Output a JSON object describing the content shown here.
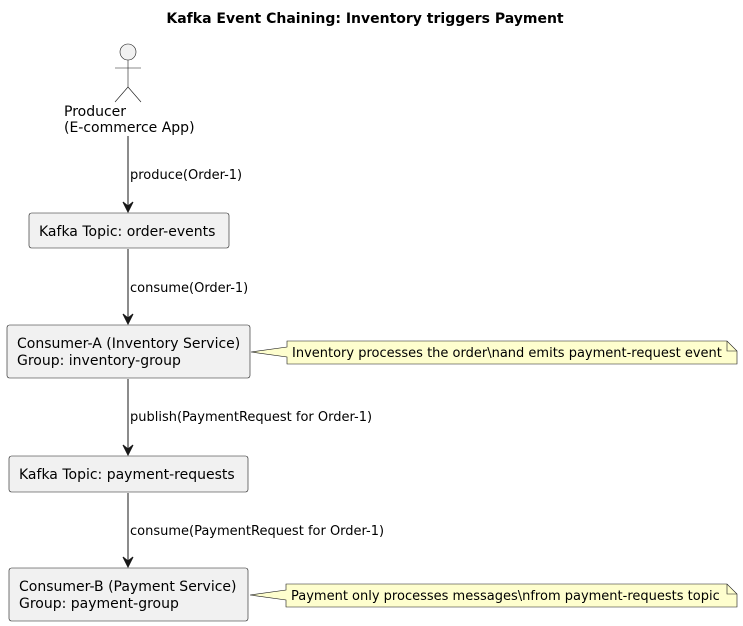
{
  "title": "Kafka Event Chaining: Inventory triggers Payment",
  "actor": {
    "label_line1": "Producer",
    "label_line2": "(E-commerce App)"
  },
  "nodes": {
    "order_events": {
      "line1": "Kafka Topic: order-events"
    },
    "consumer_a": {
      "line1": "Consumer-A (Inventory Service)",
      "line2": "Group: inventory-group"
    },
    "payment_requests": {
      "line1": "Kafka Topic: payment-requests"
    },
    "consumer_b": {
      "line1": "Consumer-B (Payment Service)",
      "line2": "Group: payment-group"
    }
  },
  "edges": {
    "produce": "produce(Order-1)",
    "consume_order": "consume(Order-1)",
    "publish": "publish(PaymentRequest for Order-1)",
    "consume_payment": "consume(PaymentRequest for Order-1)"
  },
  "notes": {
    "inventory": "Inventory processes the order\\nand emits payment-request event",
    "payment": "Payment only processes messages\\nfrom payment-requests topic"
  }
}
